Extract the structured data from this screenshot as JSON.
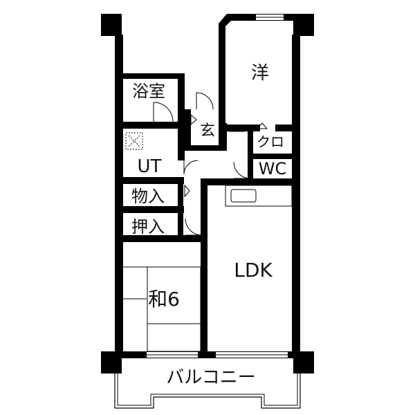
{
  "rooms": {
    "western": "洋",
    "bath": "浴室",
    "entrance": "玄",
    "closet": "クロ",
    "utility": "UT",
    "wc": "WC",
    "storage": "物入",
    "push_closet": "押入",
    "ldk": "LDK",
    "japanese": "和6",
    "balcony": "バルコニー"
  }
}
